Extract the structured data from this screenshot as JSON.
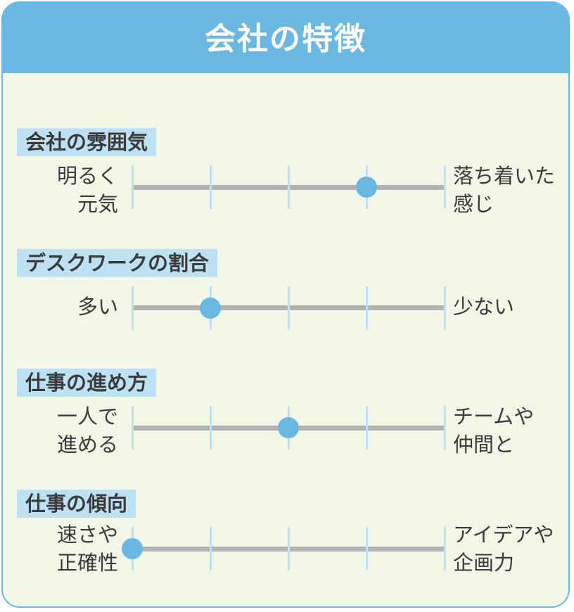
{
  "title": "会社の特徴",
  "scales": [
    {
      "label": "会社の雰囲気",
      "left": [
        "明るく",
        "元気"
      ],
      "right": [
        "落ち着いた",
        "感じ"
      ],
      "level": 3,
      "steps": 4
    },
    {
      "label": "デスクワークの割合",
      "left": [
        "多い"
      ],
      "right": [
        "少ない"
      ],
      "level": 1,
      "steps": 4
    },
    {
      "label": "仕事の進め方",
      "left": [
        "一人で",
        "進める"
      ],
      "right": [
        "チームや",
        "仲間と"
      ],
      "level": 2,
      "steps": 4
    },
    {
      "label": "仕事の傾向",
      "left": [
        "速さや",
        "正確性"
      ],
      "right": [
        "アイデアや",
        "企画力"
      ],
      "level": 0,
      "steps": 4
    }
  ],
  "colors": {
    "accent": "#6ab7e2",
    "label_bg": "#bde0f3",
    "card_bg": "#f1f6e6",
    "track": "#b3b3b3",
    "tick": "#c0e1f5"
  }
}
